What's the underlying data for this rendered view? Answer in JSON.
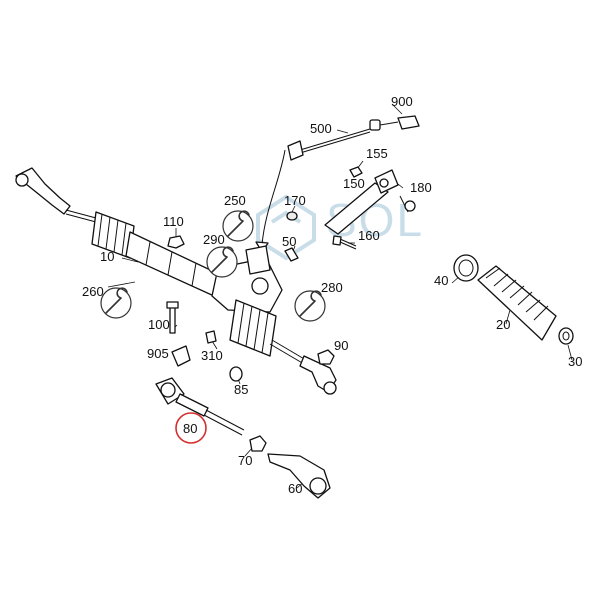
{
  "watermark": {
    "text": "SOL",
    "color": "#c9dde8"
  },
  "highlight": {
    "label": "80",
    "color": "#d32f2f"
  },
  "callouts": {
    "c900": "900",
    "c500": "500",
    "c155": "155",
    "c150": "150",
    "c180": "180",
    "c170": "170",
    "c250": "250",
    "c160": "160",
    "c50": "50",
    "c110": "110",
    "c290": "290",
    "c10": "10",
    "c260": "260",
    "c280": "280",
    "c100": "100",
    "c90": "90",
    "c905": "905",
    "c310": "310",
    "c85": "85",
    "c80": "80",
    "c70": "70",
    "c60": "60",
    "c40": "40",
    "c20": "20",
    "c30": "30"
  },
  "icons": [
    "wrench-icon",
    "wrench-icon",
    "wrench-icon",
    "wrench-icon"
  ]
}
